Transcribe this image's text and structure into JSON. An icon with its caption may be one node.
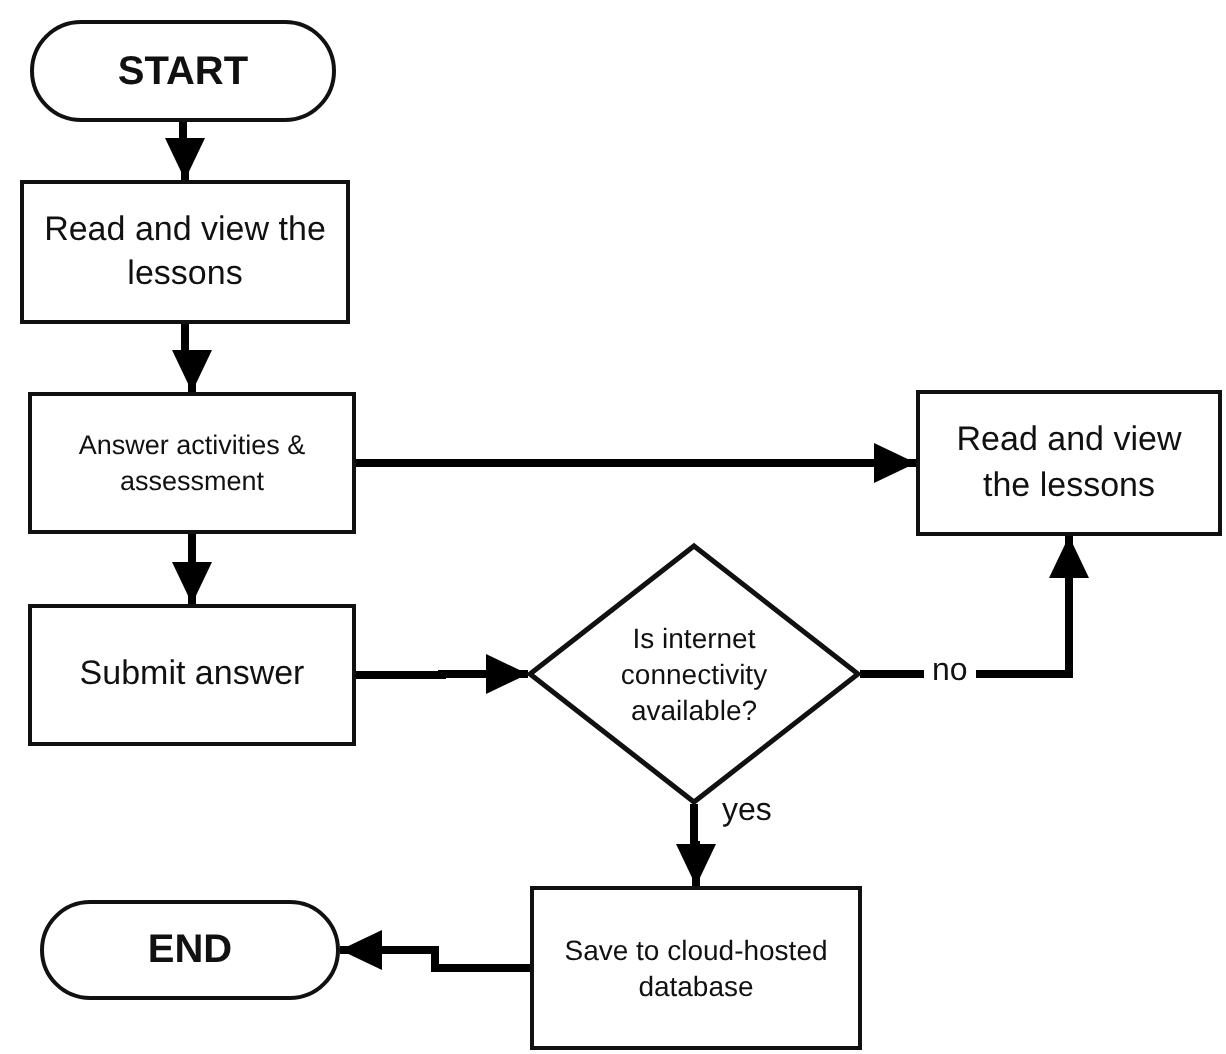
{
  "diagram": {
    "nodes": [
      {
        "text": [
          "START"
        ]
      },
      {
        "text": [
          "Read and view the lessons"
        ]
      },
      {
        "text": [
          "Answer activities & assessment"
        ]
      },
      {
        "text": [
          "Read and view the lessons"
        ]
      },
      {
        "text": [
          "Submit answer"
        ]
      },
      {
        "text": [
          "Is internet connectivity available?"
        ]
      },
      {
        "text": [
          "Save to cloud-hosted database"
        ]
      },
      {
        "text": [
          "END"
        ]
      }
    ],
    "edges": [
      {
        "from": 0,
        "to": 1,
        "arrow": "to"
      },
      {
        "from": 1,
        "to": 2,
        "arrow": "to"
      },
      {
        "from": 2,
        "to": 3,
        "arrow": "to"
      },
      {
        "from": 2,
        "to": 4,
        "arrow": "to"
      },
      {
        "from": 4,
        "to": 5,
        "arrow": "to"
      },
      {
        "from": 5,
        "to": 3,
        "label": "no",
        "arrow": "to"
      },
      {
        "from": 5,
        "to": 6,
        "label": "yes",
        "arrow": "to"
      },
      {
        "from": 6,
        "to": 7,
        "arrow": "to"
      }
    ]
  }
}
